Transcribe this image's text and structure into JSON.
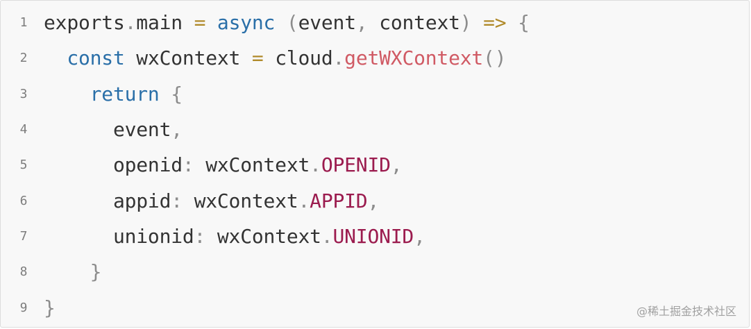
{
  "colors": {
    "background": "#f8f8f8",
    "border": "#dcdcdc",
    "line_number": "#7d7d7d",
    "plain": "#333333",
    "keyword": "#2a6fa8",
    "operator": "#b08a2a",
    "punctuation": "#8c8c8c",
    "function": "#d05a64",
    "property": "#9b1b4e"
  },
  "code": {
    "lines": [
      {
        "number": "1",
        "tokens": [
          {
            "text": "exports",
            "type": "plain"
          },
          {
            "text": ".",
            "type": "punct"
          },
          {
            "text": "main ",
            "type": "plain"
          },
          {
            "text": "=",
            "type": "operator"
          },
          {
            "text": " ",
            "type": "plain"
          },
          {
            "text": "async",
            "type": "keyword"
          },
          {
            "text": " ",
            "type": "plain"
          },
          {
            "text": "(",
            "type": "punct"
          },
          {
            "text": "event",
            "type": "plain"
          },
          {
            "text": ",",
            "type": "punct"
          },
          {
            "text": " context",
            "type": "plain"
          },
          {
            "text": ")",
            "type": "punct"
          },
          {
            "text": " ",
            "type": "plain"
          },
          {
            "text": "=>",
            "type": "operator"
          },
          {
            "text": " ",
            "type": "plain"
          },
          {
            "text": "{",
            "type": "punct"
          }
        ]
      },
      {
        "number": "2",
        "tokens": [
          {
            "text": "  ",
            "type": "plain"
          },
          {
            "text": "const",
            "type": "keyword"
          },
          {
            "text": " wxContext ",
            "type": "plain"
          },
          {
            "text": "=",
            "type": "operator"
          },
          {
            "text": " cloud",
            "type": "plain"
          },
          {
            "text": ".",
            "type": "punct"
          },
          {
            "text": "getWXContext",
            "type": "func"
          },
          {
            "text": "()",
            "type": "punct"
          }
        ]
      },
      {
        "number": "3",
        "tokens": [
          {
            "text": "    ",
            "type": "plain"
          },
          {
            "text": "return",
            "type": "keyword"
          },
          {
            "text": " ",
            "type": "plain"
          },
          {
            "text": "{",
            "type": "punct"
          }
        ]
      },
      {
        "number": "4",
        "tokens": [
          {
            "text": "      event",
            "type": "plain"
          },
          {
            "text": ",",
            "type": "punct"
          }
        ]
      },
      {
        "number": "5",
        "tokens": [
          {
            "text": "      openid",
            "type": "plain"
          },
          {
            "text": ":",
            "type": "punct"
          },
          {
            "text": " wxContext",
            "type": "plain"
          },
          {
            "text": ".",
            "type": "punct"
          },
          {
            "text": "OPENID",
            "type": "prop"
          },
          {
            "text": ",",
            "type": "punct"
          }
        ]
      },
      {
        "number": "6",
        "tokens": [
          {
            "text": "      appid",
            "type": "plain"
          },
          {
            "text": ":",
            "type": "punct"
          },
          {
            "text": " wxContext",
            "type": "plain"
          },
          {
            "text": ".",
            "type": "punct"
          },
          {
            "text": "APPID",
            "type": "prop"
          },
          {
            "text": ",",
            "type": "punct"
          }
        ]
      },
      {
        "number": "7",
        "tokens": [
          {
            "text": "      unionid",
            "type": "plain"
          },
          {
            "text": ":",
            "type": "punct"
          },
          {
            "text": " wxContext",
            "type": "plain"
          },
          {
            "text": ".",
            "type": "punct"
          },
          {
            "text": "UNIONID",
            "type": "prop"
          },
          {
            "text": ",",
            "type": "punct"
          }
        ]
      },
      {
        "number": "8",
        "tokens": [
          {
            "text": "    ",
            "type": "plain"
          },
          {
            "text": "}",
            "type": "punct"
          }
        ]
      },
      {
        "number": "9",
        "tokens": [
          {
            "text": "}",
            "type": "punct"
          }
        ]
      }
    ]
  },
  "watermark": {
    "text": "@稀土掘金技术社区"
  }
}
